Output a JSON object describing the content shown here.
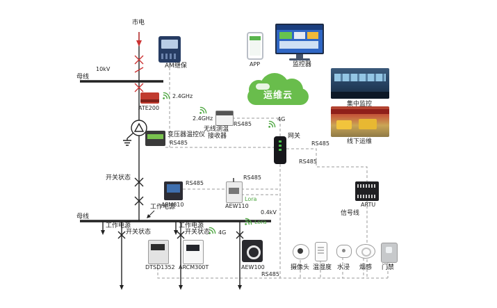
{
  "colors": {
    "accent_green": "#69bd4c",
    "alarm_red": "#c0392b",
    "line_black": "#222222",
    "comm_gray": "#9a9a9a"
  },
  "power": {
    "mains": "市电",
    "hv": "10kV",
    "lv": "0.4kV",
    "busbar": "母线",
    "switch_status": "开关状态",
    "working_power": "工作电源"
  },
  "links": {
    "rs485": "RS485",
    "ghz24": "2.4GHz",
    "g4": "4G",
    "lora": "Lora",
    "signal_line": "信号线"
  },
  "devices": {
    "relay": "AM继保",
    "ate200": "ATE200",
    "receiver_line1": "无线测温",
    "receiver_line2": "接收器",
    "transformer_controller": "变压器温控仪",
    "apm810": "APM810",
    "aew110": "AEW110",
    "gateway": "网关",
    "artu": "ARTU",
    "dtsd1352": "DTSD1352",
    "arcm300t": "ARCM300T",
    "aew100": "AEW100"
  },
  "cloud": {
    "label": "运维云"
  },
  "remote": {
    "app": "APP",
    "monitor": "监控器",
    "central_monitoring": "集中监控",
    "offline_om": "线下运维"
  },
  "sensors": [
    {
      "label": "摄像头"
    },
    {
      "label": "温湿度"
    },
    {
      "label": "水浸"
    },
    {
      "label": "烟感"
    },
    {
      "label": "门禁"
    }
  ]
}
